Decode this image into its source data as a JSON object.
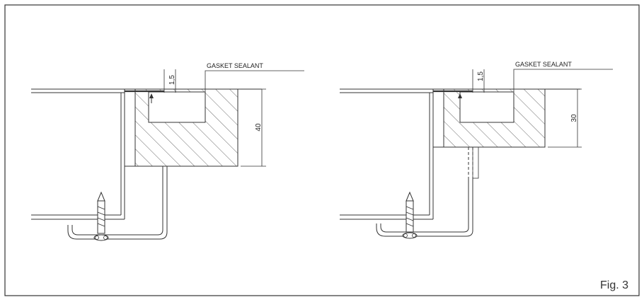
{
  "figure": {
    "label": "Fig. 3"
  },
  "left_detail": {
    "sealant_label": "GASKET SEALANT",
    "gap_dimension": "1,5",
    "depth_dimension": "40"
  },
  "right_detail": {
    "sealant_label": "GASKET SEALANT",
    "gap_dimension": "1,5",
    "depth_dimension": "30"
  }
}
